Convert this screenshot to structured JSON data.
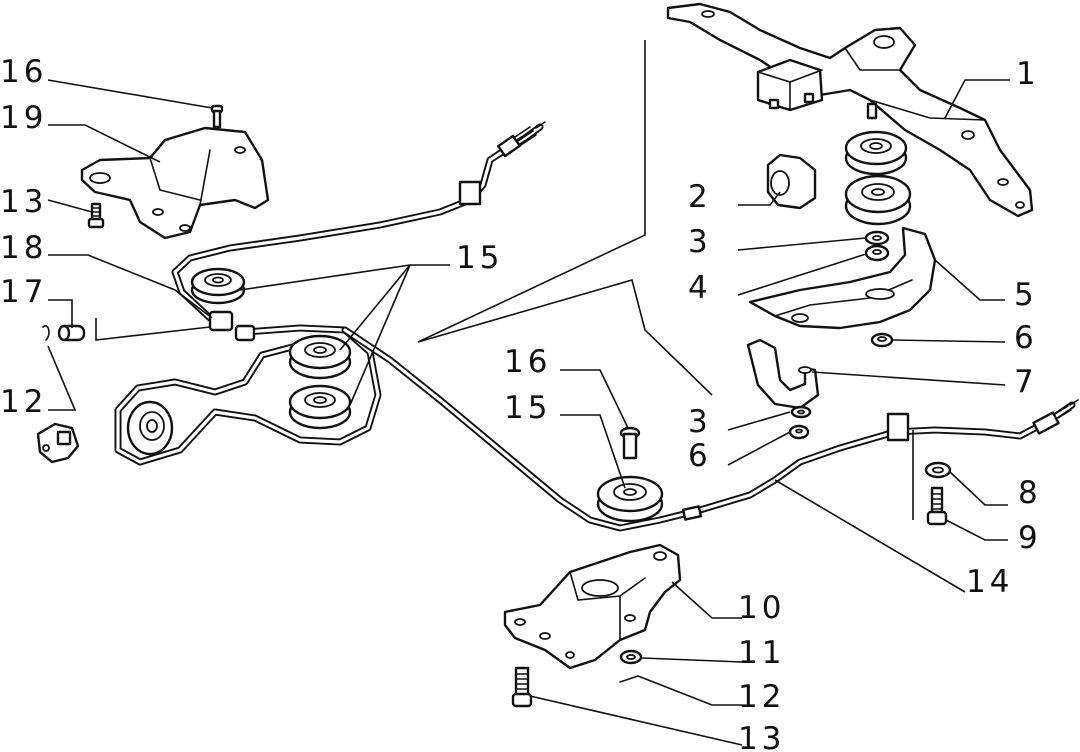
{
  "labels": [
    {
      "id": "l16a",
      "text": "16"
    },
    {
      "id": "l19",
      "text": "19"
    },
    {
      "id": "l13a",
      "text": "13"
    },
    {
      "id": "l18",
      "text": "18"
    },
    {
      "id": "l17",
      "text": "17"
    },
    {
      "id": "l12a",
      "text": "12"
    },
    {
      "id": "l15a",
      "text": "15"
    },
    {
      "id": "l1",
      "text": "1"
    },
    {
      "id": "l2",
      "text": "2"
    },
    {
      "id": "l3a",
      "text": "3"
    },
    {
      "id": "l4",
      "text": "4"
    },
    {
      "id": "l5",
      "text": "5"
    },
    {
      "id": "l6a",
      "text": "6"
    },
    {
      "id": "l7",
      "text": "7"
    },
    {
      "id": "l16b",
      "text": "16"
    },
    {
      "id": "l15b",
      "text": "15"
    },
    {
      "id": "l3b",
      "text": "3"
    },
    {
      "id": "l6b",
      "text": "6"
    },
    {
      "id": "l8",
      "text": "8"
    },
    {
      "id": "l9",
      "text": "9"
    },
    {
      "id": "l14",
      "text": "14"
    },
    {
      "id": "l10",
      "text": "10"
    },
    {
      "id": "l11",
      "text": "11"
    },
    {
      "id": "l12b",
      "text": "12"
    },
    {
      "id": "l13b",
      "text": "13"
    }
  ]
}
